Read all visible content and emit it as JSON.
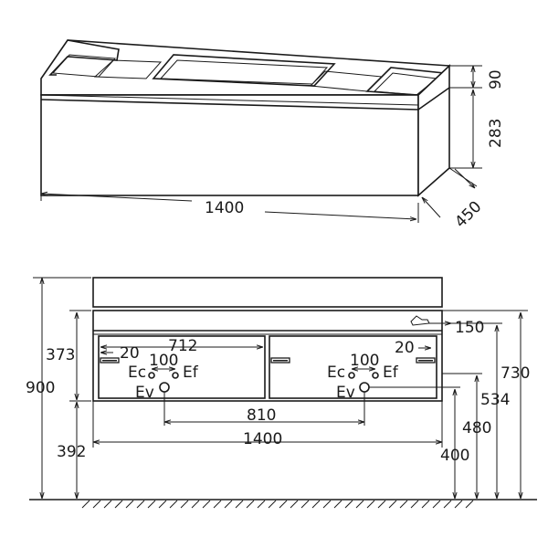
{
  "top_view": {
    "width_label": "1400",
    "depth_label": "450",
    "drawer_height_label": "283",
    "top_height_label": "90"
  },
  "front_view": {
    "total_height_label": "900",
    "bottom_clearance_label": "392",
    "drawer_inset_label": "373",
    "inner_width_label": "712",
    "left_offset_label": "20",
    "right_offset_label": "20",
    "tap_spacing_left_label": "100",
    "tap_spacing_right_label": "100",
    "hot_label_left": "Ec",
    "cold_label_left": "Ef",
    "drain_label_left": "Ev",
    "hot_label_right": "Ec",
    "cold_label_right": "Ef",
    "drain_label_right": "Ev",
    "drain_spacing_label": "810",
    "overall_width_label": "1400",
    "siphon_label": "150",
    "height_730_label": "730",
    "height_534_label": "534",
    "height_480_label": "480",
    "height_400_label": "400"
  }
}
